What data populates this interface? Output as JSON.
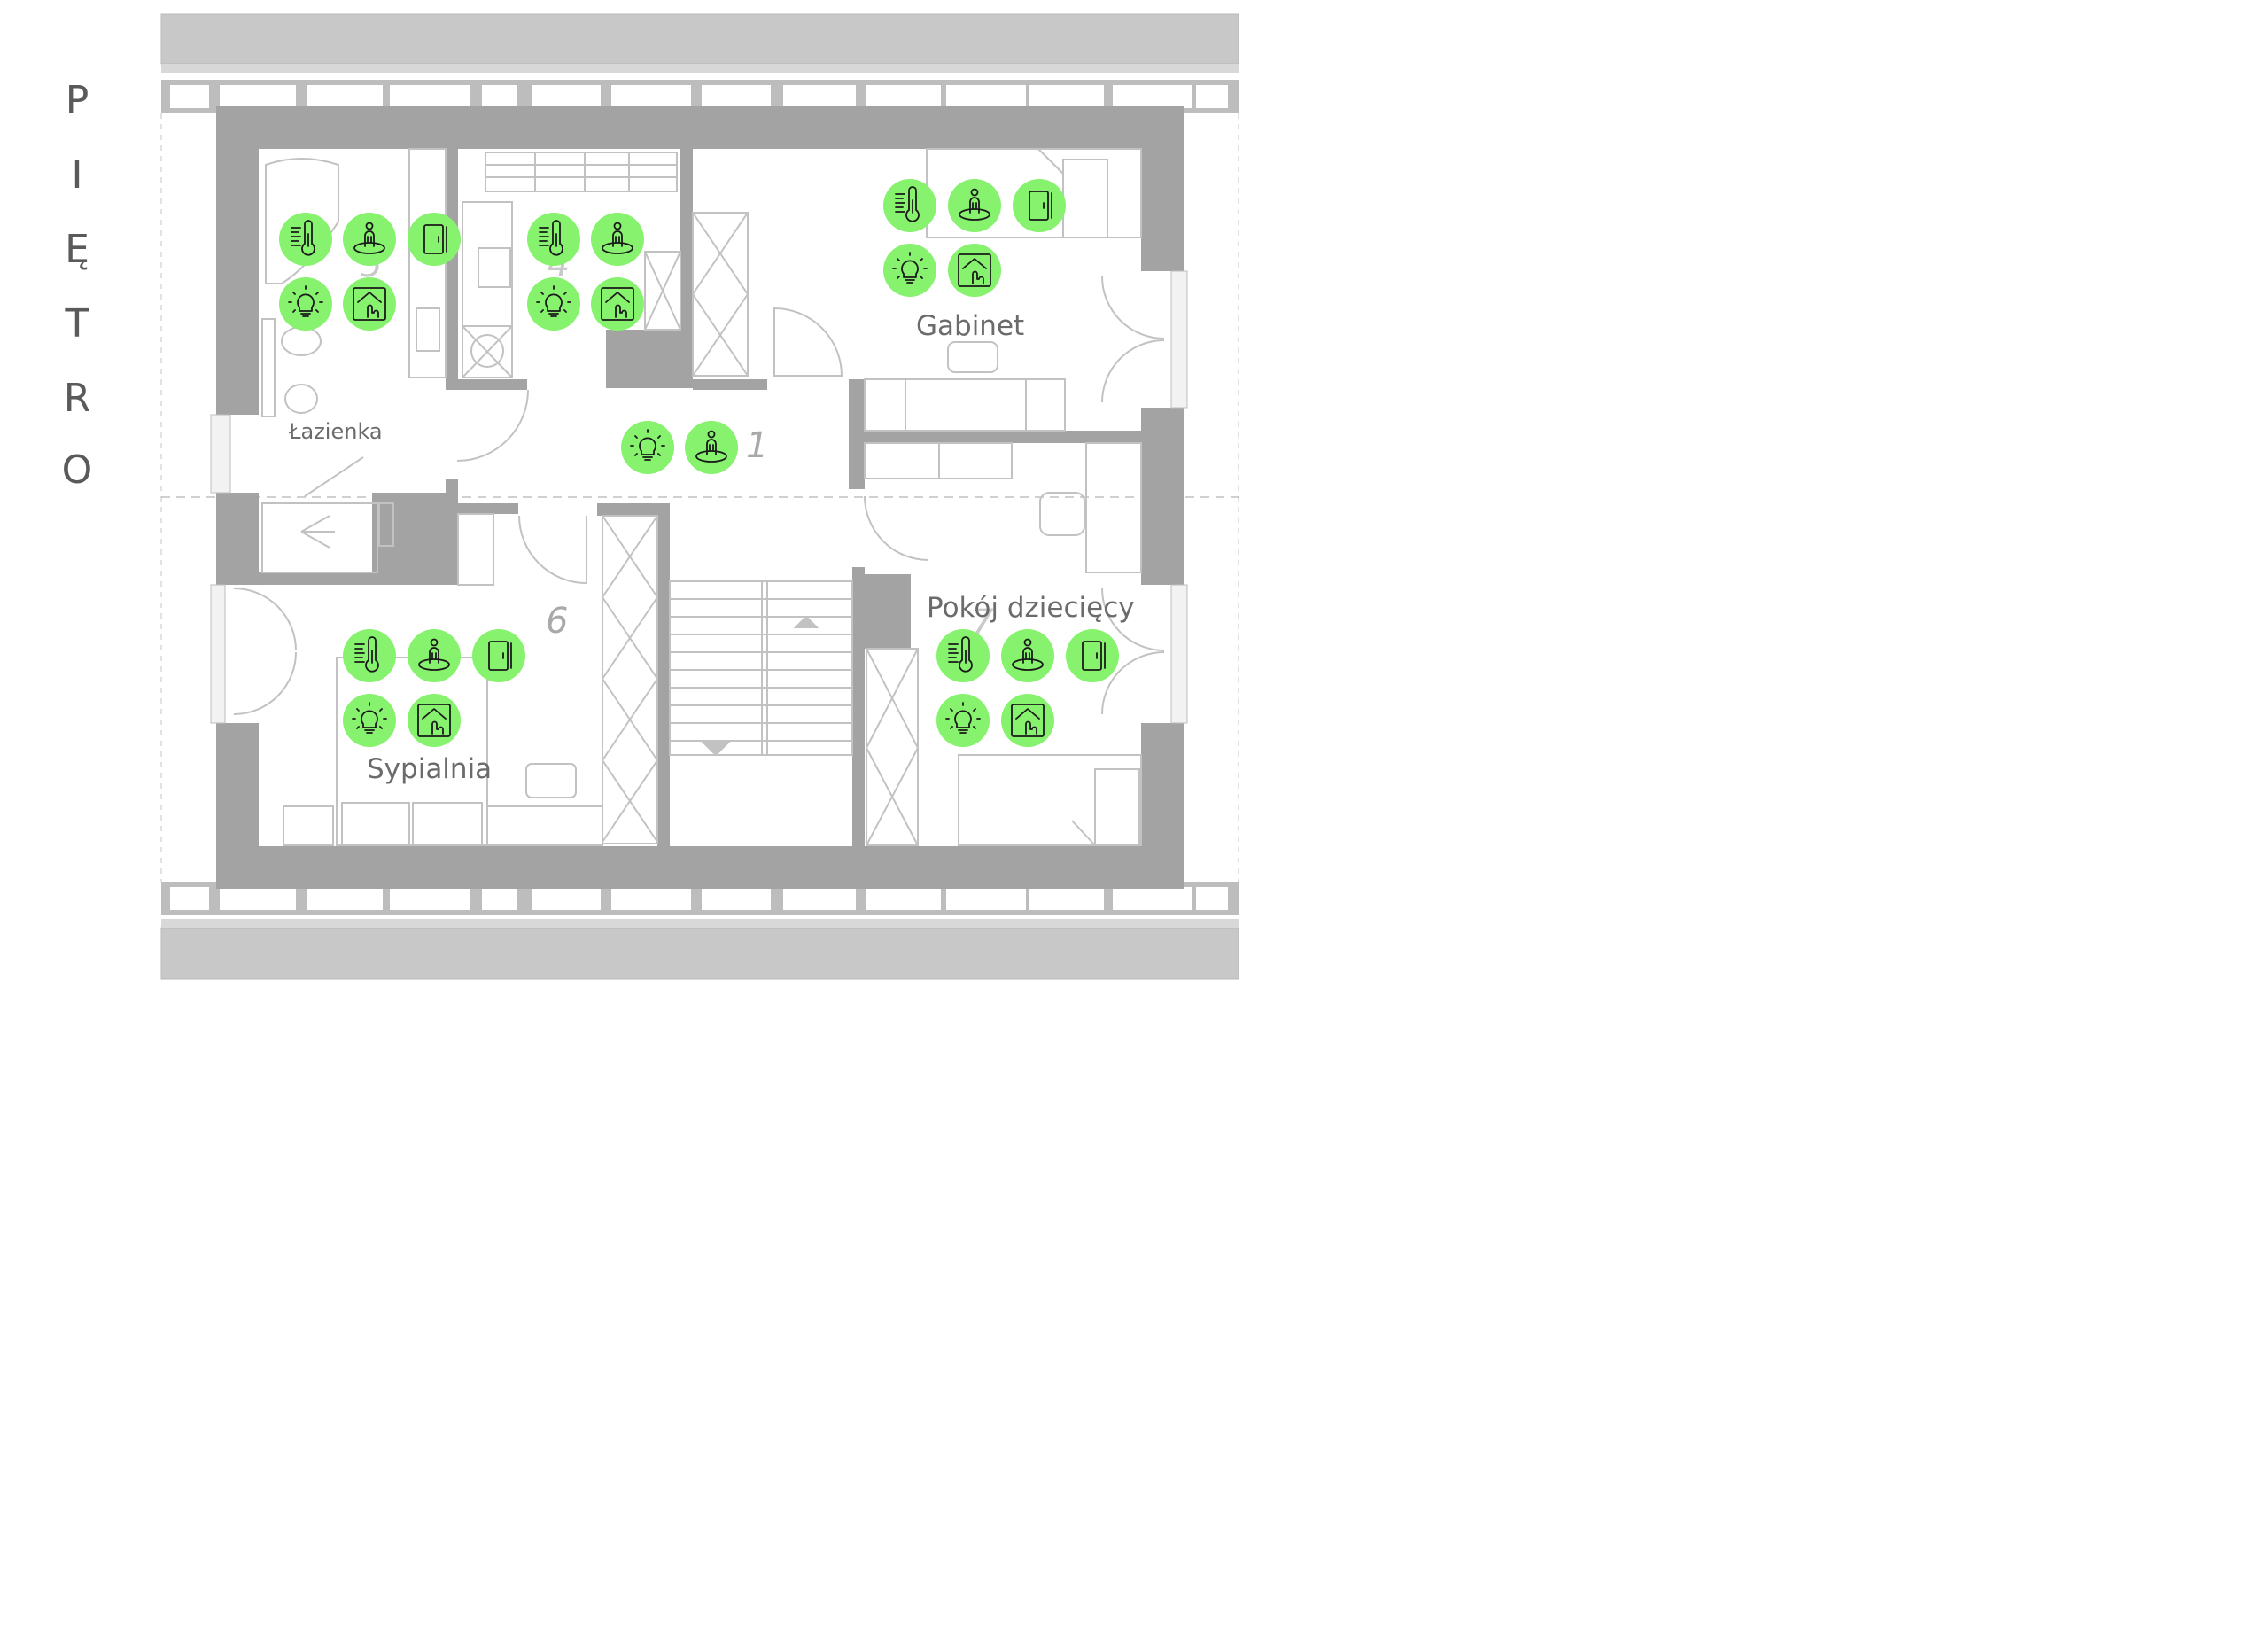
{
  "floor": {
    "letters": [
      "P",
      "I",
      "Ę",
      "T",
      "R",
      "O"
    ]
  },
  "rooms": [
    {
      "id": "lazienka",
      "label": "Łazienka",
      "devices": [
        "thermometer-icon",
        "presence-sensor-icon",
        "door-sensor-icon",
        "light-bulb-icon",
        "touch-panel-icon"
      ]
    },
    {
      "id": "room-4",
      "label": "",
      "devices": [
        "thermometer-icon",
        "presence-sensor-icon",
        "light-bulb-icon",
        "touch-panel-icon"
      ]
    },
    {
      "id": "gabinet",
      "label": "Gabinet",
      "devices": [
        "thermometer-icon",
        "presence-sensor-icon",
        "door-sensor-icon",
        "light-bulb-icon",
        "touch-panel-icon"
      ]
    },
    {
      "id": "hall",
      "label": "",
      "devices": [
        "light-bulb-icon",
        "presence-sensor-icon"
      ]
    },
    {
      "id": "sypialnia",
      "label": "Sypialnia",
      "devices": [
        "thermometer-icon",
        "presence-sensor-icon",
        "door-sensor-icon",
        "light-bulb-icon",
        "touch-panel-icon"
      ]
    },
    {
      "id": "pokoj-dzieciecy",
      "label": "Pokój dziecięcy",
      "devices": [
        "thermometer-icon",
        "presence-sensor-icon",
        "door-sensor-icon",
        "light-bulb-icon",
        "touch-panel-icon"
      ]
    }
  ],
  "room_numbers": [
    "1",
    "4",
    "5",
    "6",
    "7"
  ],
  "colors": {
    "device_badge": "#86f26d",
    "wall": "#a3a3a3",
    "roof": "#c7c7c7",
    "text": "#6b6b6b"
  }
}
